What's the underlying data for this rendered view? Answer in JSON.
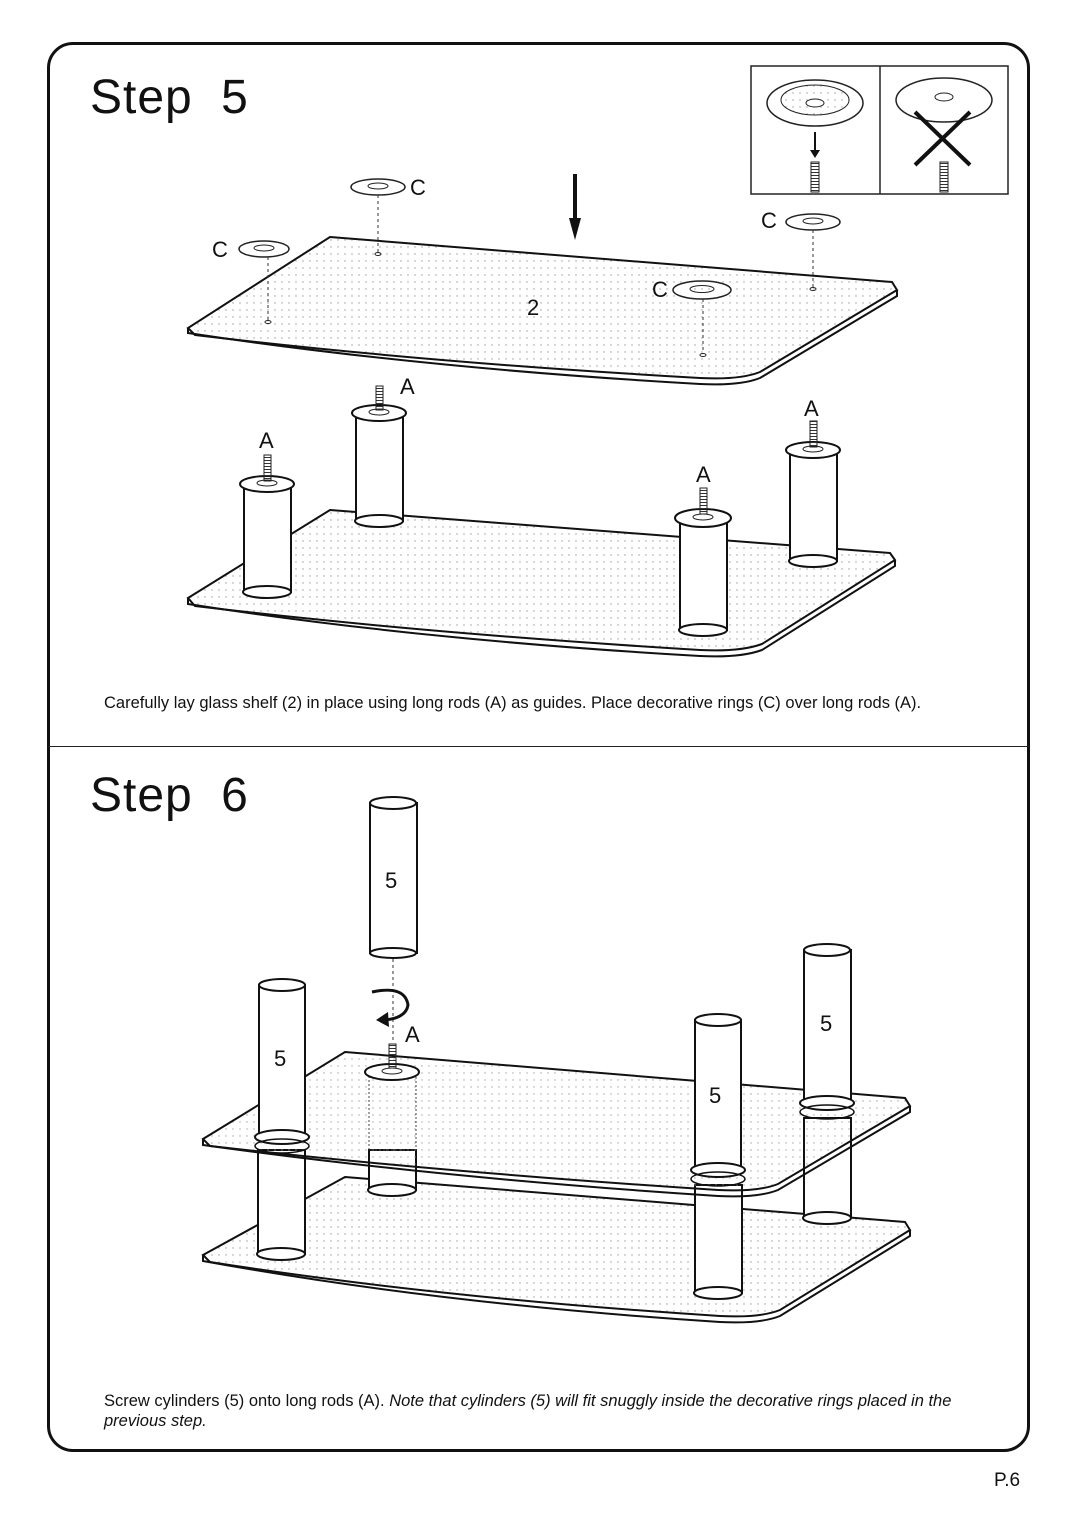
{
  "step5": {
    "title": "Step 5",
    "description": "Carefully lay glass shelf (2) in place using long rods (A) as guides. Place decorative rings (C) over long rods (A).",
    "labels": {
      "part_c": "C",
      "part_a": "A",
      "shelf": "2"
    }
  },
  "step6": {
    "title": "Step 6",
    "description_plain": "Screw cylinders (5) onto long rods (A).",
    "description_note": "Note that cylinders (5) will fit snuggly inside the decorative rings placed in the previous step.",
    "labels": {
      "cylinder": "5",
      "part_a": "A"
    }
  },
  "page_number": "P.6"
}
